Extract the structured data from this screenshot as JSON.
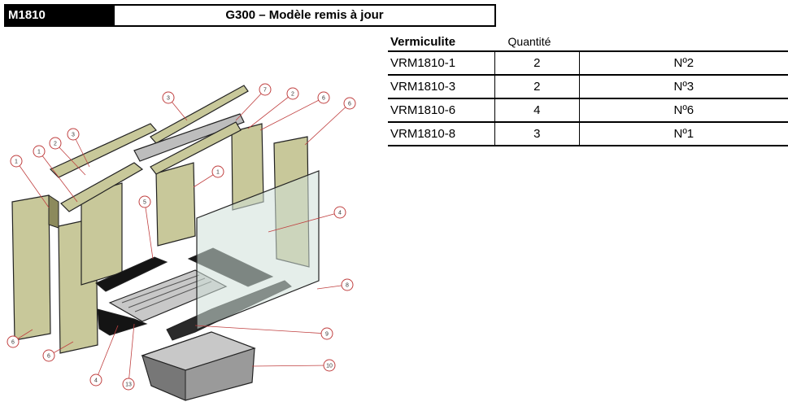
{
  "header": {
    "code": "M1810",
    "title": "G300 – Modèle remis à jour"
  },
  "table": {
    "headers": [
      "Vermiculite",
      "Quantité",
      ""
    ],
    "rows": [
      [
        "VRM1810-1",
        "2",
        "Nº2"
      ],
      [
        "VRM1810-3",
        "2",
        "Nº3"
      ],
      [
        "VRM1810-6",
        "4",
        "Nº6"
      ],
      [
        "VRM1810-8",
        "3",
        "Nº1"
      ]
    ]
  },
  "diagram": {
    "callouts": [
      "1",
      "1",
      "2",
      "3",
      "3",
      "7",
      "2",
      "6",
      "6",
      "1",
      "5",
      "4",
      "8",
      "9",
      "10",
      "6",
      "6",
      "4",
      "13"
    ],
    "colors": {
      "panel": "#c8c89a",
      "panel_dark": "#8c8a5c",
      "black_brick": "#141414",
      "grate": "#c8c8c8",
      "glass": "#cfe0d8",
      "callout": "#c04040"
    }
  }
}
